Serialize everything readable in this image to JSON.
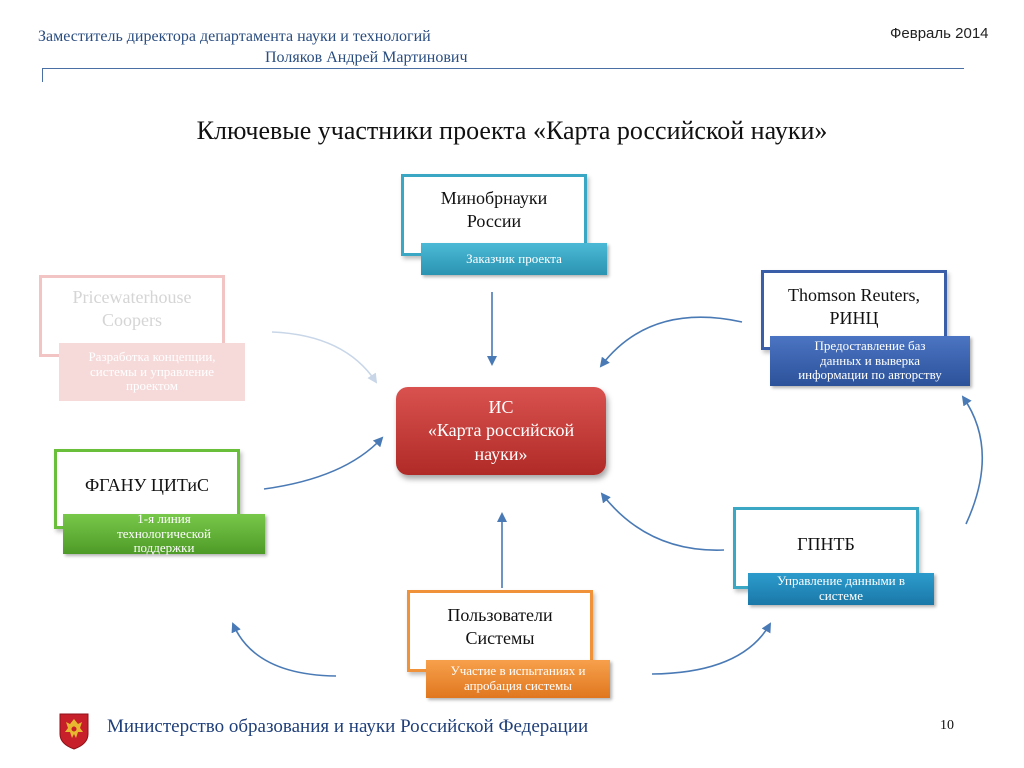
{
  "header": {
    "line1": "Заместитель директора департамента науки и технологий",
    "line2": "Поляков Андрей Мартинович",
    "date": "Февраль 2014"
  },
  "title": "Ключевые участники проекта «Карта российской науки»",
  "center": {
    "line1": "ИС",
    "line2": "«Карта российской",
    "line3": "науки»"
  },
  "nodes": {
    "minobr": {
      "line1": "Минобрнауки",
      "line2": "России",
      "tag": "Заказчик проекта"
    },
    "pwc": {
      "line1": "Pricewaterhouse",
      "line2": "Coopers",
      "tag_line1": "Разработка концепции,",
      "tag_line2": "системы и управление",
      "tag_line3": "проектом"
    },
    "thomson": {
      "line1": "Thomson Reuters,",
      "line2": "РИНЦ",
      "tag_line1": "Предоставление баз",
      "tag_line2": "данных и выверка",
      "tag_line3": "информации по авторству"
    },
    "citis": {
      "line1": "ФГАНУ ЦИТиС",
      "tag_line1": "1-я линия",
      "tag_line2": "технологической",
      "tag_line3": "поддержки"
    },
    "gpntb": {
      "line1": "ГПНТБ",
      "tag_line1": "Управление данными в",
      "tag_line2": "системе"
    },
    "users": {
      "line1": "Пользователи",
      "line2": "Системы",
      "tag_line1": "Участие в испытаниях и",
      "tag_line2": "апробация системы"
    }
  },
  "footer": {
    "ministry": "Министерство образования и науки Российской Федерации",
    "page": "10"
  },
  "colors": {
    "teal": "#3aa8c4",
    "blue": "#3a5fa8",
    "green": "#6abf3a",
    "orange": "#f0923a",
    "red": "#c0302d",
    "pwc_faded": "#f2c4c4"
  }
}
